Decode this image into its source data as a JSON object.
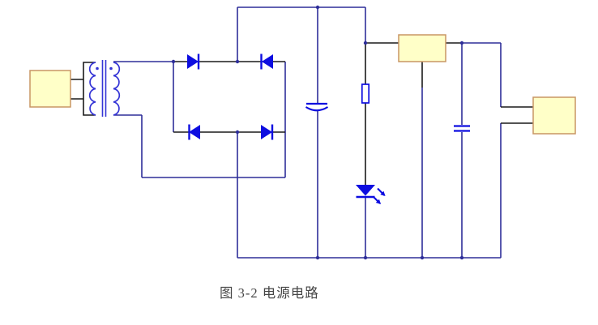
{
  "figure": {
    "caption": "图 3-2 电源电路"
  },
  "colors": {
    "background": "#ffffff",
    "wire": "#2e2e99",
    "component_lead": "#1a1a1a",
    "component_blue": "#0d0de0",
    "coil_blue": "#3535d6",
    "box_fill": "#ffffc8",
    "box_border": "#c89664",
    "caption_text": "#464646"
  },
  "components": {
    "ac_input_box": "ac-input-block",
    "transformer": "step-down-transformer",
    "bridge": "bridge-rectifier-4-diodes",
    "filter_capacitor": "polarized-filter-capacitor",
    "series_resistor": "led-series-resistor",
    "indicator_led": "power-indicator-led",
    "regulator_box": "voltage-regulator-block",
    "output_capacitor": "output-filter-capacitor",
    "dc_output_box": "dc-output-block"
  }
}
